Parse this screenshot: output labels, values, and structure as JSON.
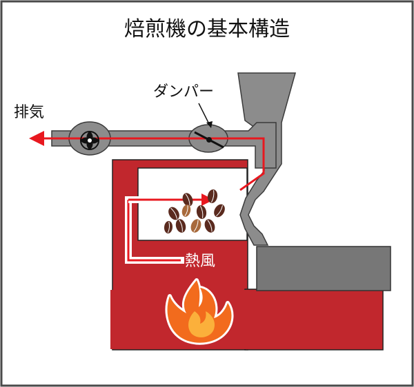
{
  "title": "焙煎機の基本構造",
  "labels": {
    "exhaust": "排気",
    "damper": "ダンパー",
    "hot_air": "熱風"
  },
  "icons": {
    "fan": "fan-icon",
    "flame": "flame-icon",
    "beans": "coffee-beans-icon"
  },
  "colors": {
    "background": "#ffffff",
    "border": "#4a4a4a",
    "duct_gray": "#8c8c8c",
    "duct_outline": "#3a3a3a",
    "body_red": "#c1272d",
    "airflow_red": "#e8181f",
    "flame_orange": "#f26b1d",
    "flame_yellow": "#fbb03b",
    "bean_dark": "#5a2a1e",
    "bean_light": "#a86a3c",
    "cooling_tray": "#777777"
  }
}
